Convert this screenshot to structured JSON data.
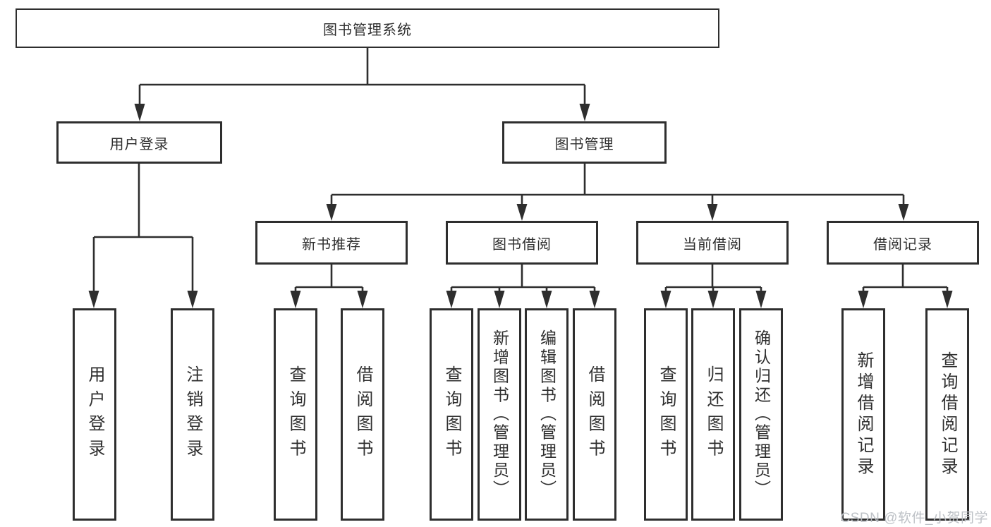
{
  "diagram": {
    "root": {
      "label": "图书管理系统"
    },
    "level2": {
      "user_login": {
        "label": "用户登录"
      },
      "book_mgmt": {
        "label": "图书管理"
      }
    },
    "level3": {
      "new_book_rec": {
        "label": "新书推荐"
      },
      "book_borrow": {
        "label": "图书借阅"
      },
      "current_borrow": {
        "label": "当前借阅"
      },
      "borrow_record": {
        "label": "借阅记录"
      }
    },
    "leaves": {
      "login_user_login": {
        "label": "用户登录"
      },
      "login_logout": {
        "label": "注销登录"
      },
      "rec_query_book": {
        "label": "查询图书"
      },
      "rec_borrow_book": {
        "label": "借阅图书"
      },
      "bb_query_book": {
        "label": "查询图书"
      },
      "bb_add_book": {
        "label": "新增图书（管理员）"
      },
      "bb_edit_book": {
        "label": "编辑图书（管理员）"
      },
      "bb_borrow_book": {
        "label": "借阅图书"
      },
      "cb_query_book": {
        "label": "查询图书"
      },
      "cb_return_book": {
        "label": "归还图书"
      },
      "cb_confirm_return": {
        "label": "确认归还（管理员）"
      },
      "br_add_record": {
        "label": "新增借阅记录"
      },
      "br_query_record": {
        "label": "查询借阅记录"
      }
    },
    "colors": {
      "line": "#2e2e2e",
      "text": "#2f2f2f",
      "background": "#ffffff",
      "watermark": "#b9bec3"
    }
  },
  "watermark": {
    "text": "CSDN @软件_小贺同学"
  }
}
